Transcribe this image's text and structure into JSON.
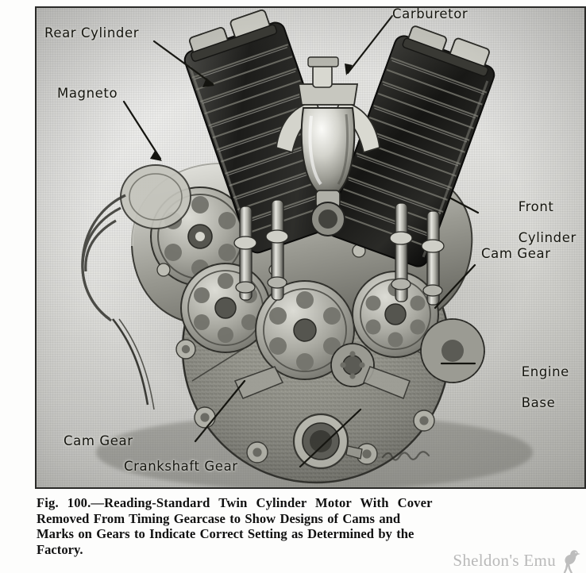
{
  "figure": {
    "plate_background": "#d9d9d6",
    "frame_color": "#2a2a28",
    "subject": "Reading-Standard twin cylinder motorcycle engine with timing gearcase cover removed",
    "artist_signature": "illegible pencil signature on crankcase"
  },
  "callouts": [
    {
      "id": "rear-cylinder",
      "label": "Rear Cylinder"
    },
    {
      "id": "magneto",
      "label": "Magneto"
    },
    {
      "id": "carburetor",
      "label": "Carburetor"
    },
    {
      "id": "front-cylinder",
      "label_line1": "Front",
      "label_line2": "Cylinder"
    },
    {
      "id": "cam-gear-right",
      "label": "Cam Gear"
    },
    {
      "id": "engine-base",
      "label_line1": "Engine",
      "label_line2": "Base"
    },
    {
      "id": "cam-gear-left",
      "label": "Cam Gear"
    },
    {
      "id": "crankshaft-gear",
      "label": "Crankshaft Gear"
    }
  ],
  "caption": {
    "line1": "Fig.  100.—Reading-Standard  Twin  Cylinder  Motor  With  Cover",
    "line2": "Removed From Timing Gearcase to Show Designs of Cams and",
    "line3": "Marks on Gears to Indicate Correct Setting as Determined by the",
    "line4": "Factory."
  },
  "watermark": {
    "text": "Sheldon's Emu",
    "color": "#b9b9b9",
    "icon": "emu-silhouette-icon"
  }
}
